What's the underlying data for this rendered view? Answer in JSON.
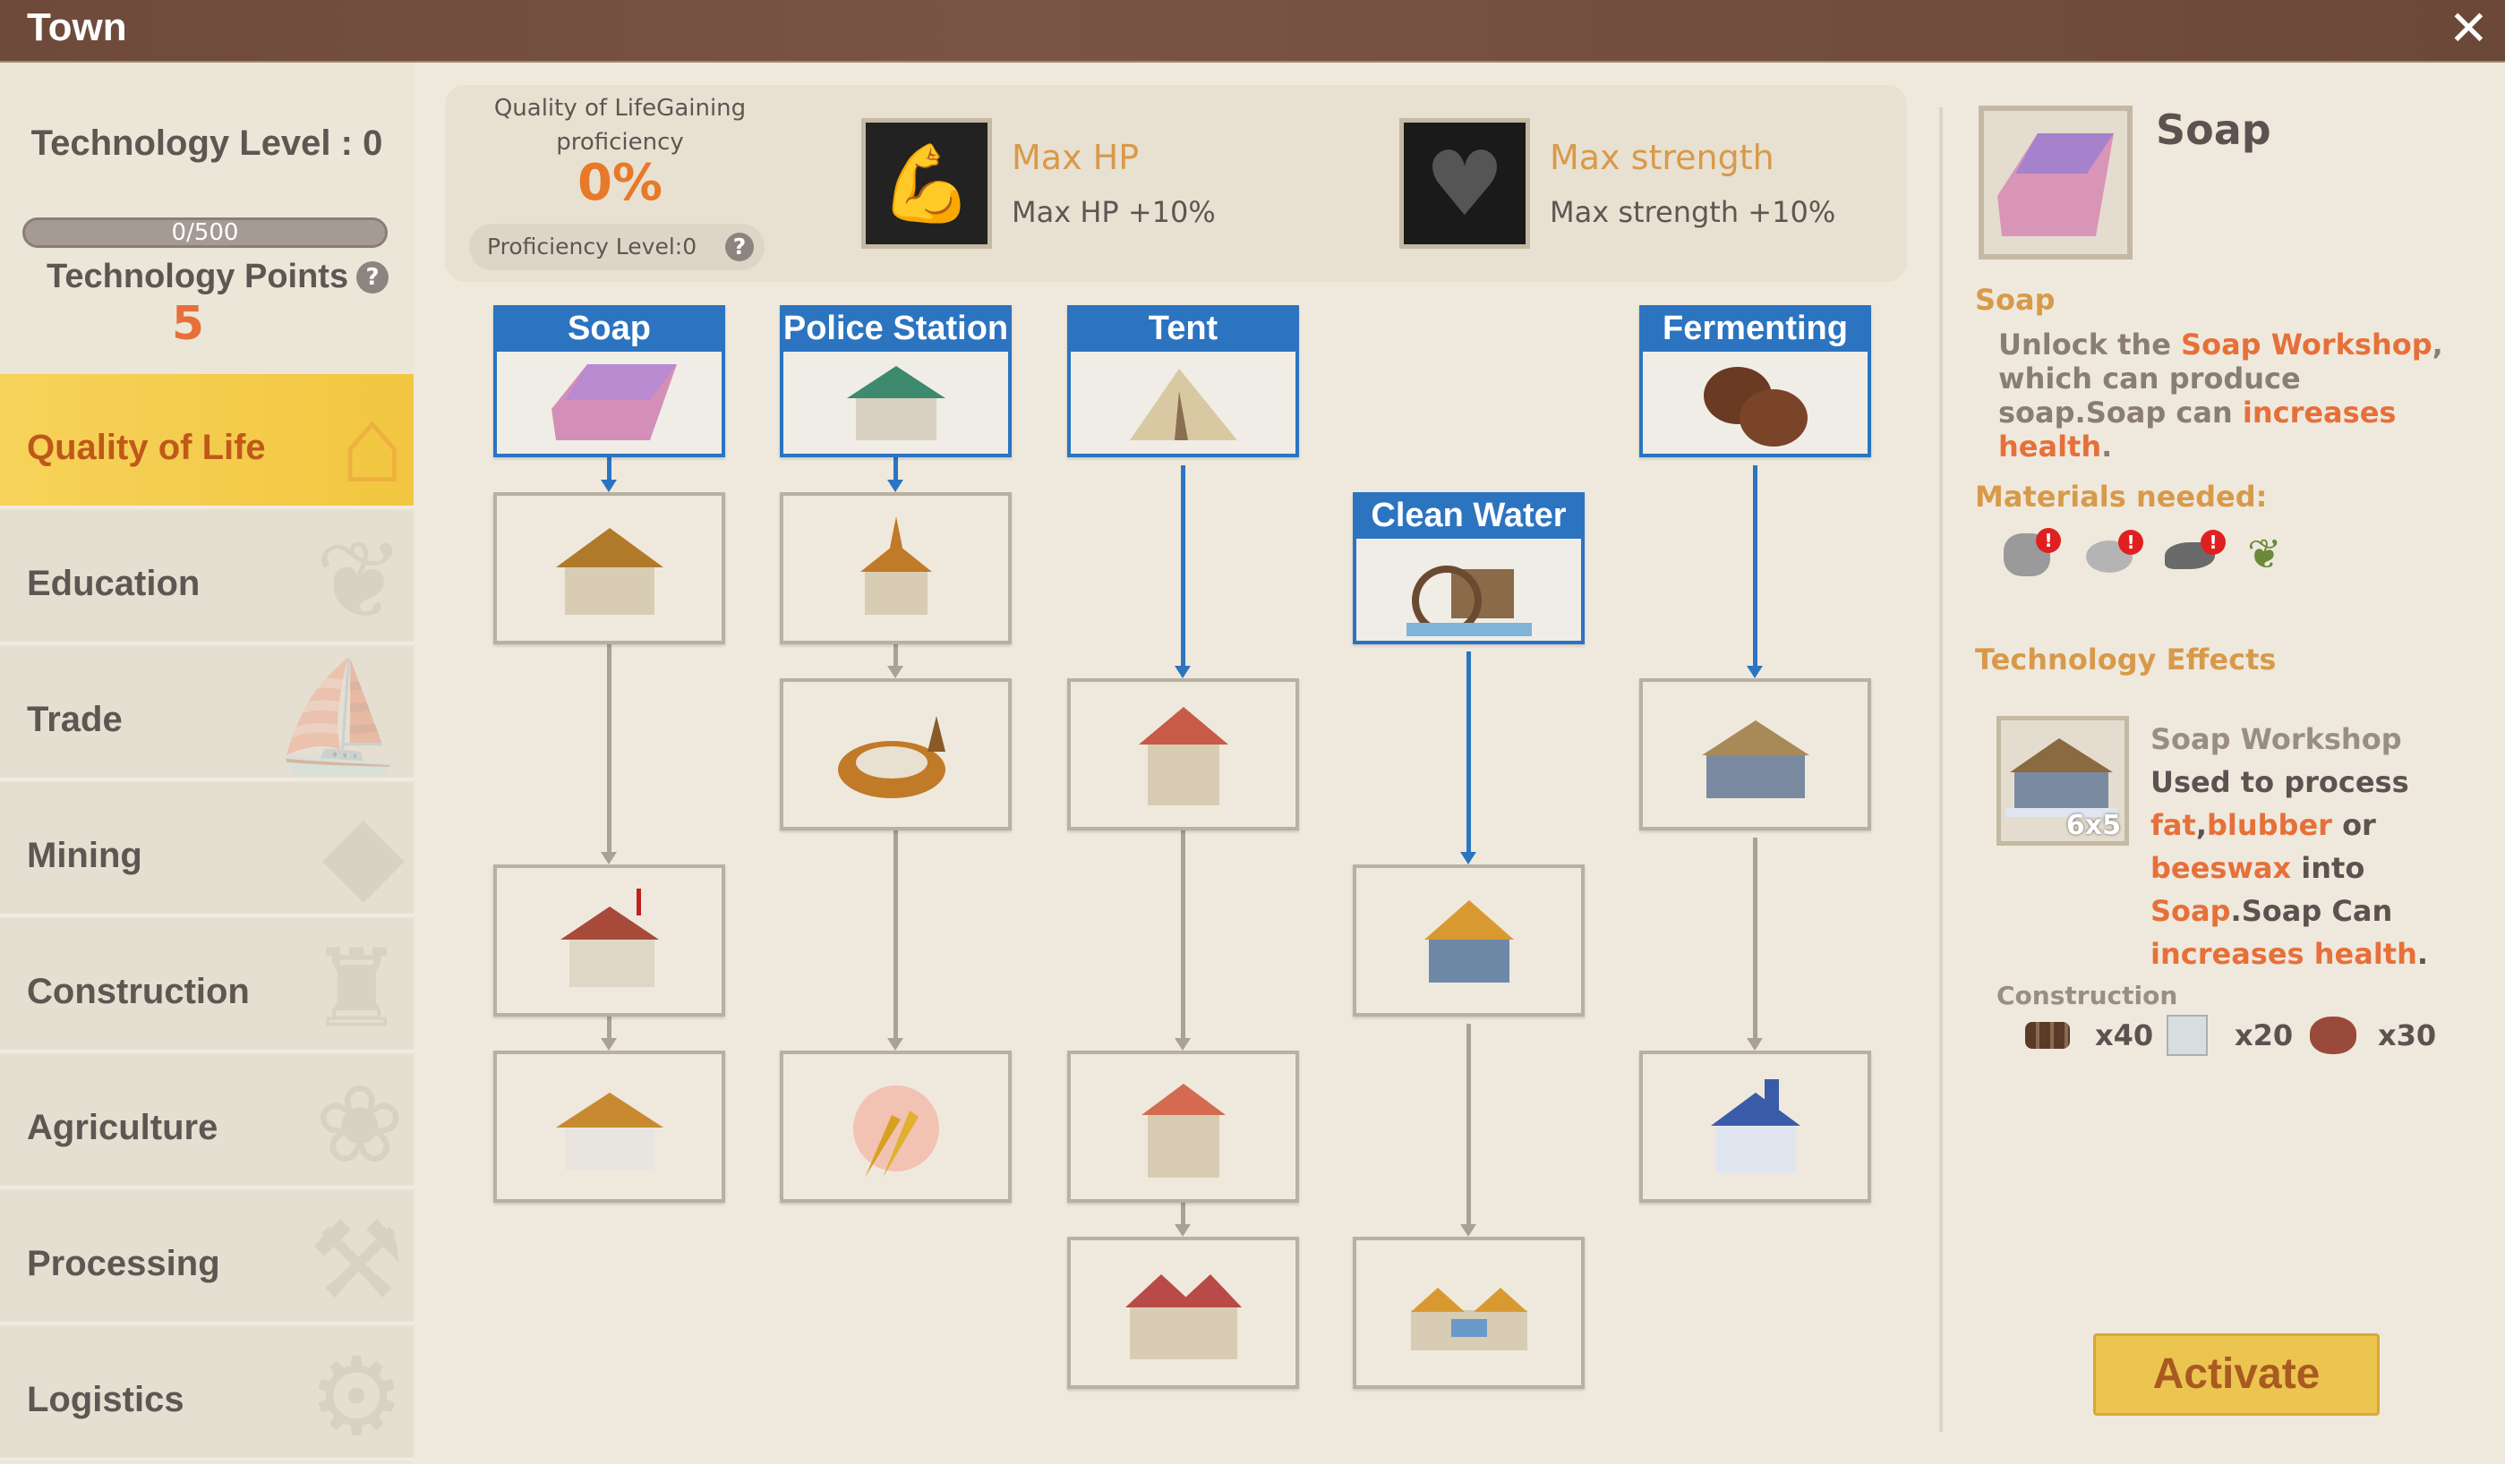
{
  "window": {
    "title": "Town",
    "close_icon": "close-icon"
  },
  "sidebar": {
    "tech_level_label": "Technology Level : 0",
    "progress_text": "0/500",
    "progress_fraction": 0,
    "tech_points_label": "Technology Points",
    "tech_points_value": "5",
    "categories": [
      {
        "label": "Quality of Life",
        "active": true
      },
      {
        "label": "Education"
      },
      {
        "label": "Trade"
      },
      {
        "label": "Mining"
      },
      {
        "label": "Construction"
      },
      {
        "label": "Agriculture"
      },
      {
        "label": "Processing"
      },
      {
        "label": "Logistics"
      }
    ]
  },
  "header": {
    "gaining_label": "Quality of LifeGaining proficiency",
    "percent": "0%",
    "proficiency_level": "Proficiency Level:0",
    "bonuses": [
      {
        "title": "Max HP",
        "desc": "Max HP +10%",
        "icon": "flexed-arm-icon"
      },
      {
        "title": "Max strength",
        "desc": "Max strength +10%",
        "icon": "heart-icon"
      }
    ]
  },
  "tree": {
    "roots": [
      "Soap",
      "Police Station",
      "Tent",
      "Clean Water",
      "Fermenting"
    ]
  },
  "detail": {
    "name": "Soap",
    "subtitle": "Soap",
    "desc_parts": [
      "Unlock the ",
      "Soap Workshop",
      ", which can produce soap.Soap can ",
      "increases health",
      "."
    ],
    "materials_label": "Materials needed:",
    "materials": [
      "beeswax-icon",
      "fat-icon",
      "whale-blubber-icon",
      "herb-icon"
    ],
    "effects_label": "Technology Effects",
    "effect": {
      "name": "Soap Workshop",
      "size": "6x5",
      "desc_parts": [
        "Used to process ",
        "fat",
        ",",
        "blubber",
        " or ",
        "beeswax",
        " into ",
        "Soap",
        ".Soap Can ",
        "increases health",
        "."
      ]
    },
    "construction_label": "Construction",
    "costs": [
      {
        "icon": "wood-logs-icon",
        "amount": "x40"
      },
      {
        "icon": "stone-block-icon",
        "amount": "x20"
      },
      {
        "icon": "iron-ore-icon",
        "amount": "x30"
      }
    ],
    "activate_label": "Activate"
  },
  "colors": {
    "accent_blue": "#2c74c0",
    "highlight": "#e6703a",
    "gold": "#d89a4a",
    "button": "#ecc450"
  }
}
